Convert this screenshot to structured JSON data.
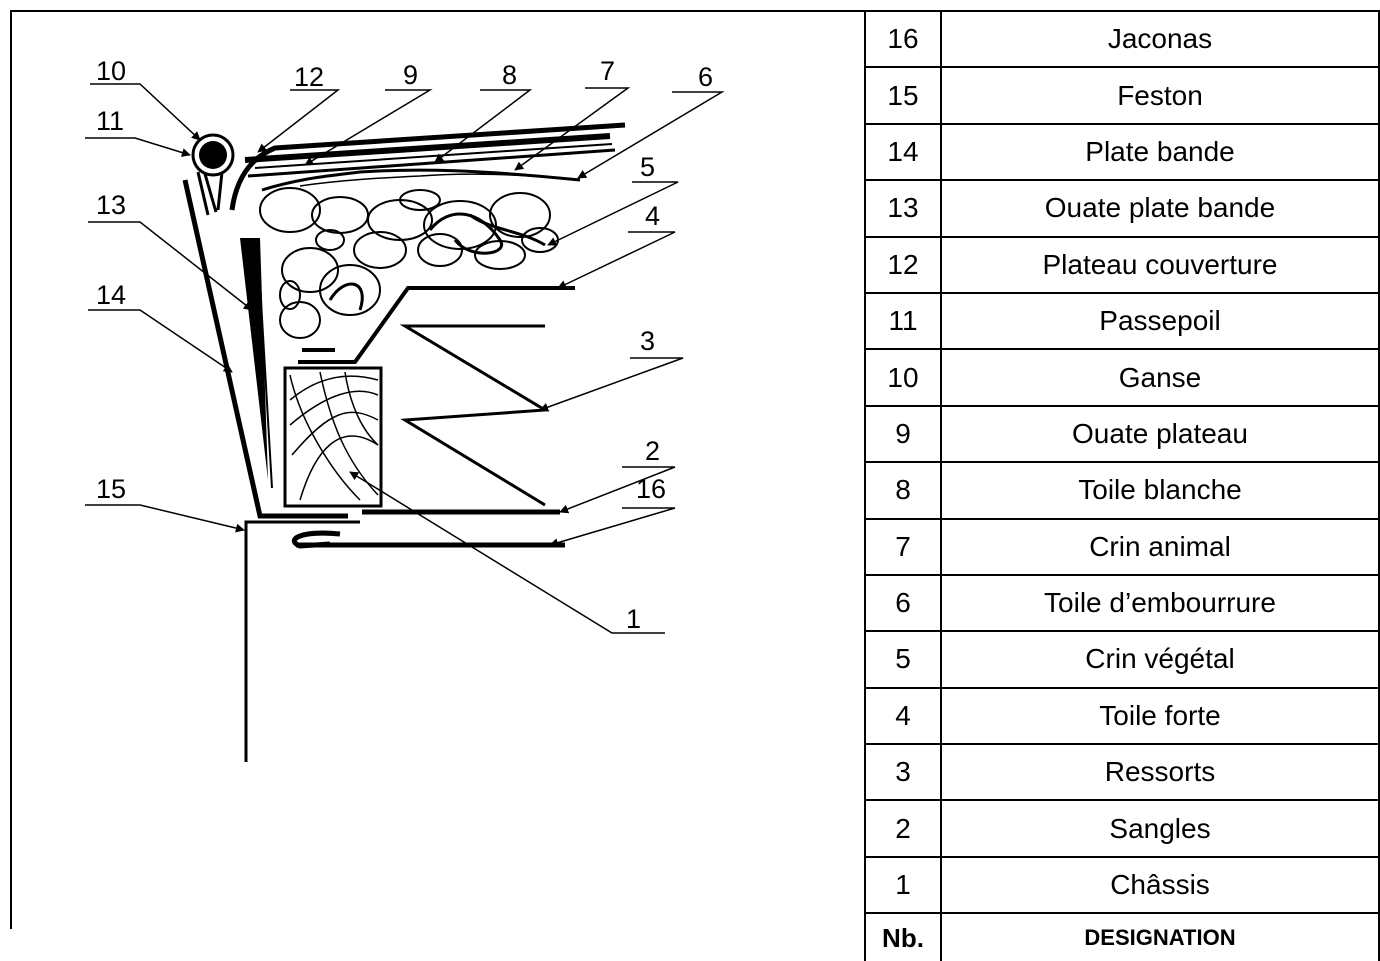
{
  "callouts": [
    "10",
    "11",
    "12",
    "9",
    "8",
    "7",
    "6",
    "5",
    "4",
    "13",
    "14",
    "3",
    "2",
    "16",
    "15",
    "1"
  ],
  "legend": {
    "rows": [
      {
        "nb": "16",
        "name": "Jaconas"
      },
      {
        "nb": "15",
        "name": "Feston"
      },
      {
        "nb": "14",
        "name": "Plate bande"
      },
      {
        "nb": "13",
        "name": "Ouate plate bande"
      },
      {
        "nb": "12",
        "name": "Plateau couverture"
      },
      {
        "nb": "11",
        "name": "Passepoil"
      },
      {
        "nb": "10",
        "name": "Ganse"
      },
      {
        "nb": "9",
        "name": "Ouate plateau"
      },
      {
        "nb": "8",
        "name": "Toile blanche"
      },
      {
        "nb": "7",
        "name": "Crin animal"
      },
      {
        "nb": "6",
        "name": "Toile d’embourrure"
      },
      {
        "nb": "5",
        "name": "Crin végétal"
      },
      {
        "nb": "4",
        "name": "Toile forte"
      },
      {
        "nb": "3",
        "name": "Ressorts"
      },
      {
        "nb": "2",
        "name": "Sangles"
      },
      {
        "nb": "1",
        "name": "Châssis"
      }
    ],
    "header": {
      "nb": "Nb.",
      "name": "DESIGNATION"
    }
  }
}
